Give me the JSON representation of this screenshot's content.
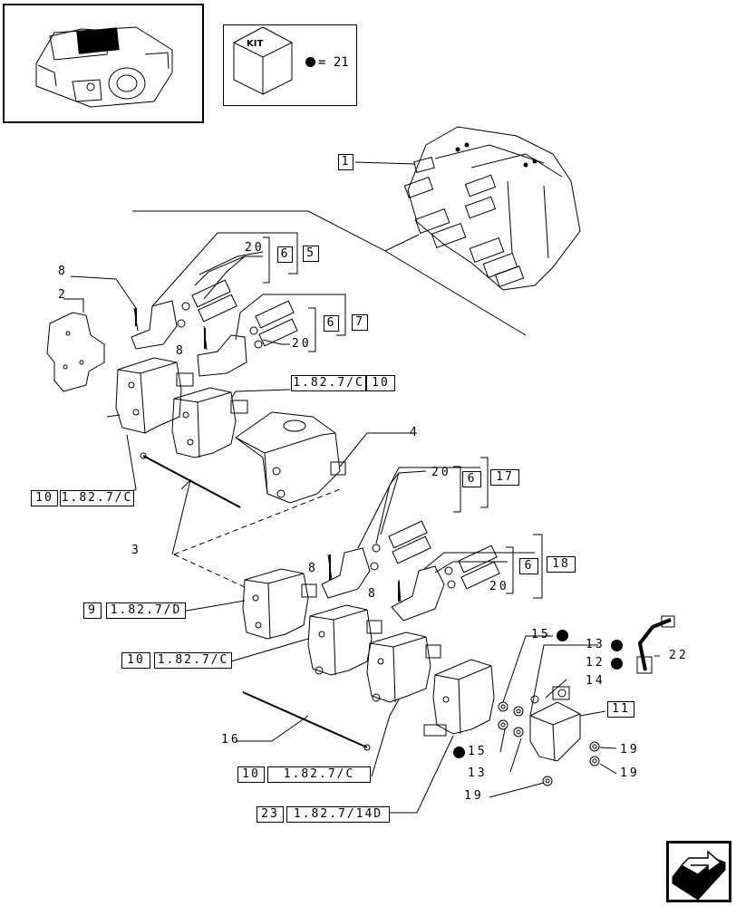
{
  "kit": {
    "word": "KIT",
    "equation": "= 21"
  },
  "part_numbers": {
    "p1": "1",
    "p2": "2",
    "p3": "3",
    "p4": "4",
    "p5": "5",
    "p6a": "6",
    "p6b": "6",
    "p6c": "6",
    "p6d": "6",
    "p7": "7",
    "p8a": "8",
    "p8b": "8",
    "p8c": "8",
    "p8d": "8",
    "p9": "9",
    "p10a": "10",
    "p10b": "10",
    "p10c": "10",
    "p10d": "10",
    "p11": "11",
    "p12": "12",
    "p13a": "13",
    "p13b": "13",
    "p14": "14",
    "p15a": "15",
    "p15b": "15",
    "p16": "16",
    "p17": "17",
    "p18": "18",
    "p19a": "19",
    "p19b": "19",
    "p19c": "19",
    "p20a": "20",
    "p20b": "20",
    "p20c": "20",
    "p20d": "20",
    "p22": "22",
    "p23": "23"
  },
  "references": {
    "r1": "1.82.7/C",
    "r2": "1.82.7/C",
    "r3": "1.82.7/D",
    "r4": "1.82.7/C",
    "r5": "1.82.7/C",
    "r6": "1.82.7/14D"
  },
  "icons": {
    "thumbnail": "tractor-rear-hydraulics-icon",
    "kit_box": "kit-box-icon",
    "kit_dot": "black-dot-icon",
    "navigation": "next-page-arrow-icon"
  }
}
